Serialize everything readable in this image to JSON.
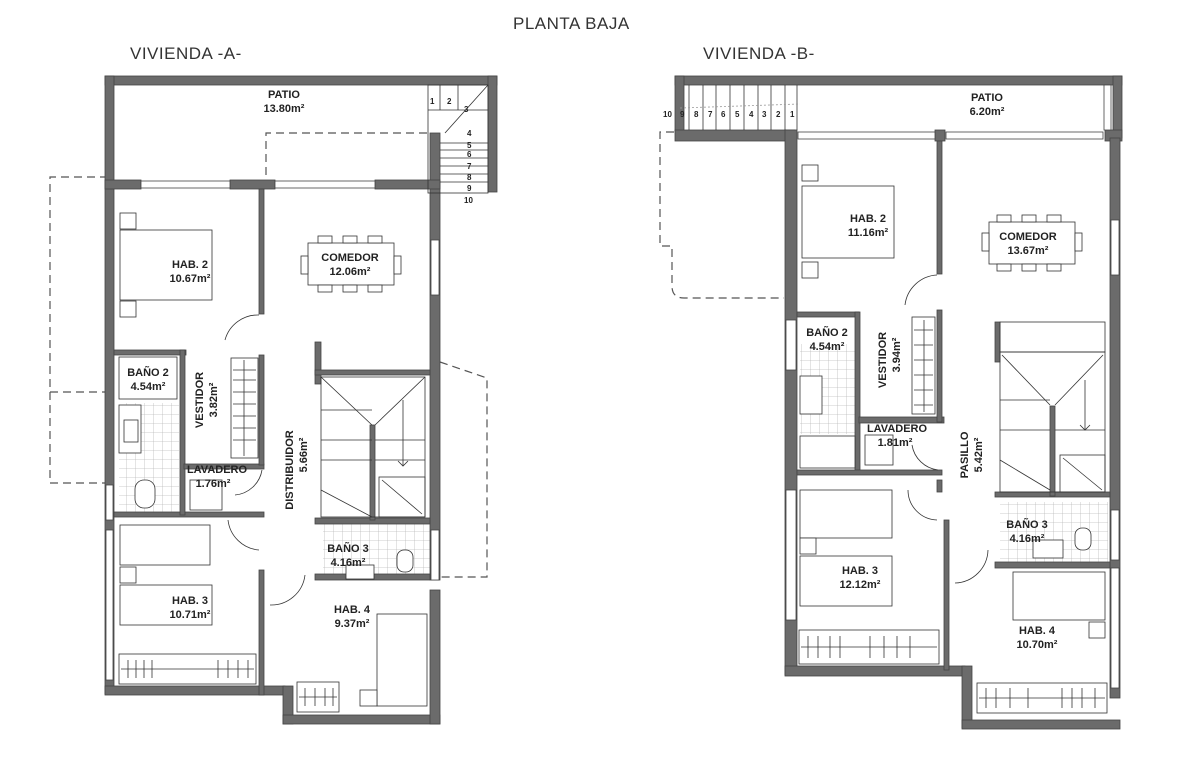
{
  "header": {
    "title": "PLANTA BAJA"
  },
  "colors": {
    "wall": "#6b6b6b",
    "wall_edge": "#444444",
    "line": "#333333",
    "tile": "#bbbbbb",
    "dashed": "#555555"
  },
  "vivienda_a": {
    "label": "VIVIENDA -A-",
    "rooms": [
      {
        "name": "PATIO",
        "area": "13.80m²"
      },
      {
        "name": "HAB. 2",
        "area": "10.67m²"
      },
      {
        "name": "COMEDOR",
        "area": "12.06m²"
      },
      {
        "name": "BAÑO 2",
        "area": "4.54m²"
      },
      {
        "name": "VESTIDOR",
        "area": "3.82m²"
      },
      {
        "name": "LAVADERO",
        "area": "1.76m²"
      },
      {
        "name": "DISTRIBUIDOR",
        "area": "5.66m²"
      },
      {
        "name": "BAÑO 3",
        "area": "4.16m²"
      },
      {
        "name": "HAB. 3",
        "area": "10.71m²"
      },
      {
        "name": "HAB. 4",
        "area": "9.37m²"
      }
    ],
    "stair_steps": [
      "1",
      "2",
      "3",
      "4",
      "5",
      "6",
      "7",
      "8",
      "9",
      "10"
    ]
  },
  "vivienda_b": {
    "label": "VIVIENDA -B-",
    "rooms": [
      {
        "name": "PATIO",
        "area": "6.20m²"
      },
      {
        "name": "HAB. 2",
        "area": "11.16m²"
      },
      {
        "name": "COMEDOR",
        "area": "13.67m²"
      },
      {
        "name": "BAÑO 2",
        "area": "4.54m²"
      },
      {
        "name": "VESTIDOR",
        "area": "3.94m²"
      },
      {
        "name": "LAVADERO",
        "area": "1.81m²"
      },
      {
        "name": "PASILLO",
        "area": "5.42m²"
      },
      {
        "name": "BAÑO 3",
        "area": "4.16m²"
      },
      {
        "name": "HAB. 3",
        "area": "12.12m²"
      },
      {
        "name": "HAB. 4",
        "area": "10.70m²"
      }
    ],
    "stair_steps": [
      "10",
      "9",
      "8",
      "7",
      "6",
      "5",
      "4",
      "3",
      "2",
      "1"
    ]
  }
}
